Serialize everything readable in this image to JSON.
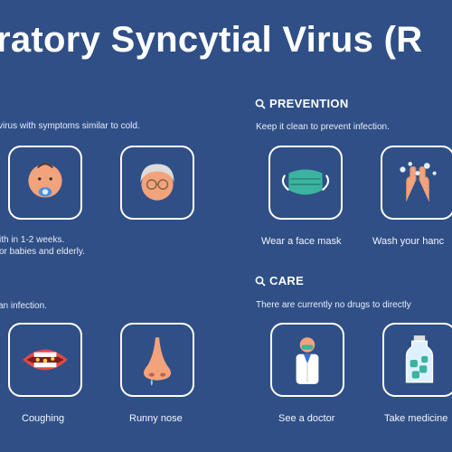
{
  "title": "ratory Syncytial Virus (R",
  "left": {
    "intro_text": " virus with symptoms similar to cold.",
    "recovery_line1": "ith in 1-2 weeks.",
    "recovery_line2": "or babies and elderly.",
    "spread_text": " an infection.",
    "symptoms": [
      {
        "label": "Coughing",
        "icon": "open-mouth-icon"
      },
      {
        "label": "Runny nose",
        "icon": "nose-icon"
      }
    ],
    "risk_groups": [
      {
        "icon": "baby-icon"
      },
      {
        "icon": "elderly-person-icon"
      }
    ]
  },
  "prevention": {
    "heading": "PREVENTION",
    "text": "Keep it clean to prevent infection.",
    "items": [
      {
        "label": "Wear a face mask",
        "icon": "face-mask-icon"
      },
      {
        "label": "Wash your hanc",
        "icon": "washing-hands-icon"
      }
    ]
  },
  "care": {
    "heading": "CARE",
    "text": "There are currently no drugs to directly",
    "items": [
      {
        "label": "See a doctor",
        "icon": "doctor-icon"
      },
      {
        "label": "Take medicine",
        "icon": "medicine-bottle-icon"
      }
    ]
  },
  "colors": {
    "background": "#2f4f86",
    "text": "#ffffff",
    "skin": "#f3a37c",
    "mask": "#3bb3a0"
  }
}
